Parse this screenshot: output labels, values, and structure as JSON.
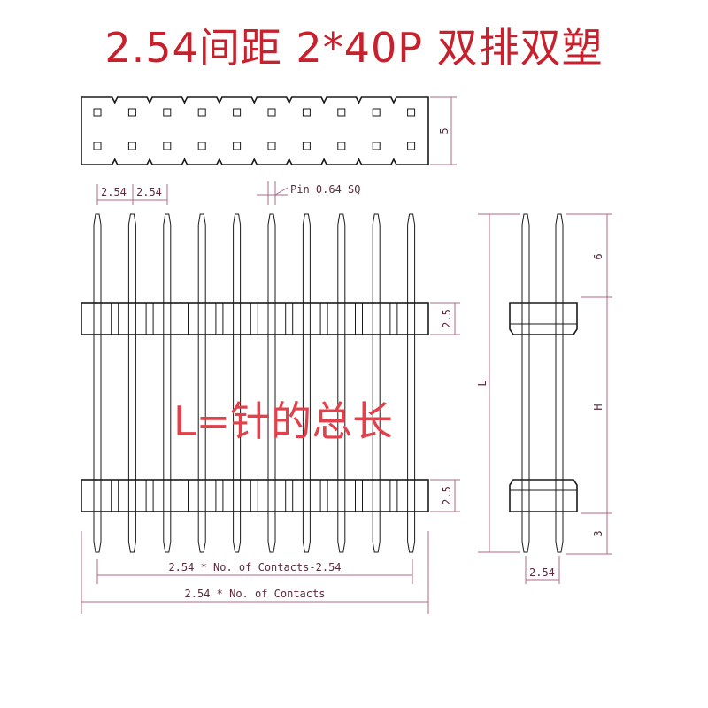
{
  "title": "2.54间距 2*40P 双排双塑",
  "overlay_label": "L=针的总长",
  "dims": {
    "pitch_a": "2.54",
    "pitch_b": "2.54",
    "pin": "Pin 0.64 SQ",
    "height_top": "5",
    "housing_upper": "2.5",
    "housing_lower": "2.5",
    "span_inner": "2.54 * No. of Contacts-2.54",
    "span_outer": "2.54 * No. of Contacts",
    "side_L": "L",
    "side_top": "6",
    "side_H": "H",
    "side_bottom": "3",
    "side_pitch": "2.54"
  },
  "pin_count_per_row": 10,
  "colors": {
    "title": "#c8202c",
    "overlay": "#e2404a",
    "dimension": "#b06a86",
    "outline": "#1a1a1a"
  }
}
